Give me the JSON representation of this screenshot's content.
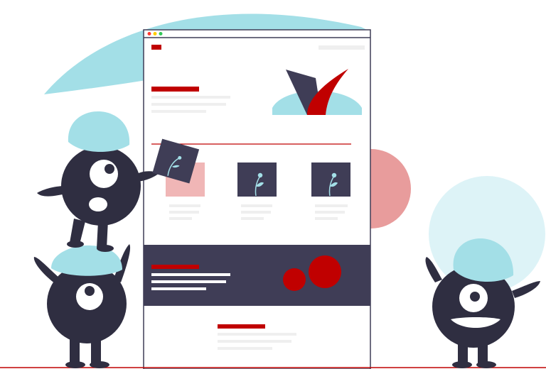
{
  "illustration": {
    "browser_dots": [
      "#ff3b30",
      "#ffcc00",
      "#34c759"
    ],
    "card_icons": [
      "plant-icon",
      "plant-icon",
      "plant-icon"
    ],
    "characters": [
      "monster-top-left",
      "monster-bottom-left",
      "monster-right"
    ]
  },
  "colors": {
    "accent": "#c00000",
    "accent_soft": "#e89c9c",
    "dark": "#3f3d56",
    "cyan": "#a3dfe7",
    "cyan_pale": "#ddf3f7",
    "line_gray": "#efefef",
    "ground": "#c00000"
  }
}
